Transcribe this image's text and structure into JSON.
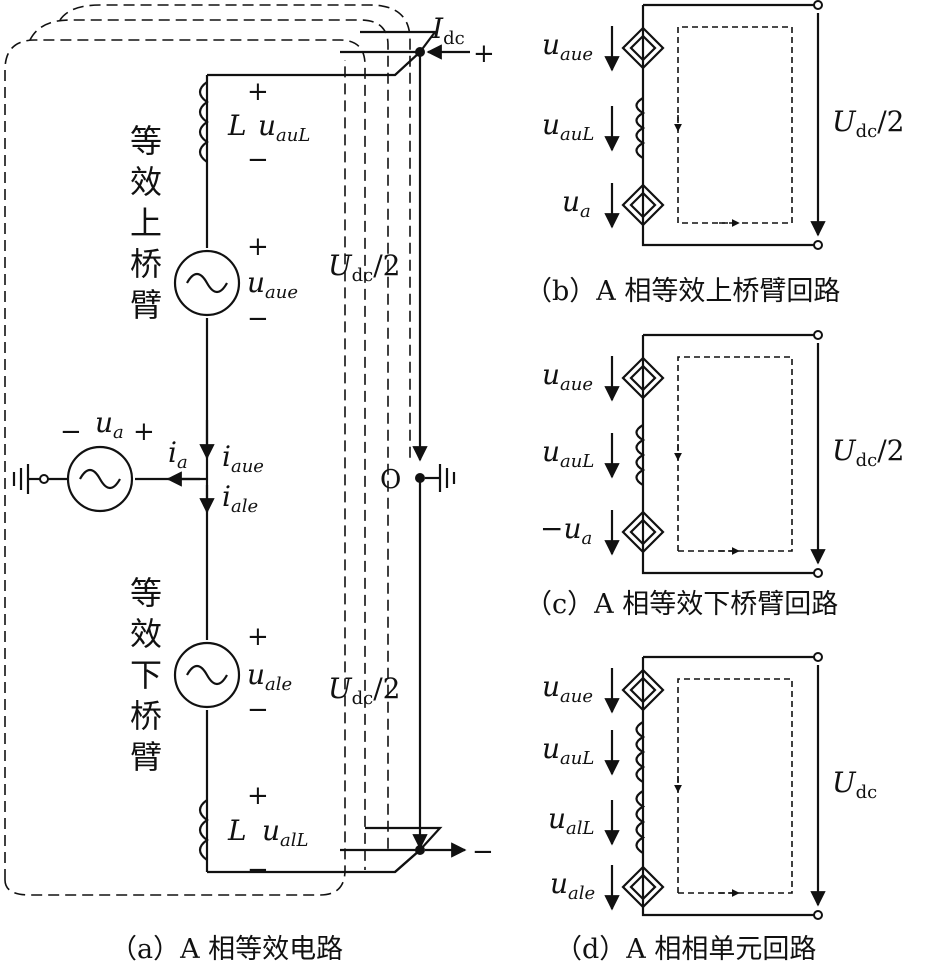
{
  "panel_a": {
    "caption": "（a）A 相等效电路",
    "upper_arm_label": "等效上桥臂",
    "lower_arm_label": "等效下桥臂",
    "inductor_label": "L",
    "u_auL": "u",
    "u_auL_sub": "auL",
    "u_aue": "u",
    "u_aue_sub": "aue",
    "u_ale": "u",
    "u_ale_sub": "ale",
    "u_alL": "u",
    "u_alL_sub": "alL",
    "u_a": "u",
    "u_a_sub": "a",
    "i_a": "i",
    "i_a_sub": "a",
    "i_aue": "i",
    "i_aue_sub": "aue",
    "i_ale": "i",
    "i_ale_sub": "ale",
    "I_dc": "I",
    "I_dc_sub": "dc",
    "udc_half_upper": "U",
    "udc_half_upper_sub": "dc",
    "udc_half_upper_tail": "/2",
    "udc_half_lower": "U",
    "udc_half_lower_sub": "dc",
    "udc_half_lower_tail": "/2",
    "node_O": "O",
    "plus": "+",
    "minus": "−"
  },
  "panel_b": {
    "caption": "（b）A 相等效上桥臂回路",
    "sources": [
      {
        "main": "u",
        "sub": "aue"
      },
      {
        "main": "u",
        "sub": "auL"
      },
      {
        "main": "u",
        "sub": "a"
      }
    ],
    "voltage": {
      "main": "U",
      "sub": "dc",
      "tail": "/2"
    }
  },
  "panel_c": {
    "caption": "（c）A 相等效下桥臂回路",
    "sources": [
      {
        "main": "u",
        "sub": "aue"
      },
      {
        "main": "u",
        "sub": "auL"
      },
      {
        "main": "−u",
        "sub": "a"
      }
    ],
    "voltage": {
      "main": "U",
      "sub": "dc",
      "tail": "/2"
    }
  },
  "panel_d": {
    "caption": "（d）A 相相单元回路",
    "sources": [
      {
        "main": "u",
        "sub": "aue"
      },
      {
        "main": "u",
        "sub": "auL"
      },
      {
        "main": "u",
        "sub": "alL"
      },
      {
        "main": "u",
        "sub": "ale"
      }
    ],
    "voltage": {
      "main": "U",
      "sub": "dc",
      "tail": ""
    }
  }
}
